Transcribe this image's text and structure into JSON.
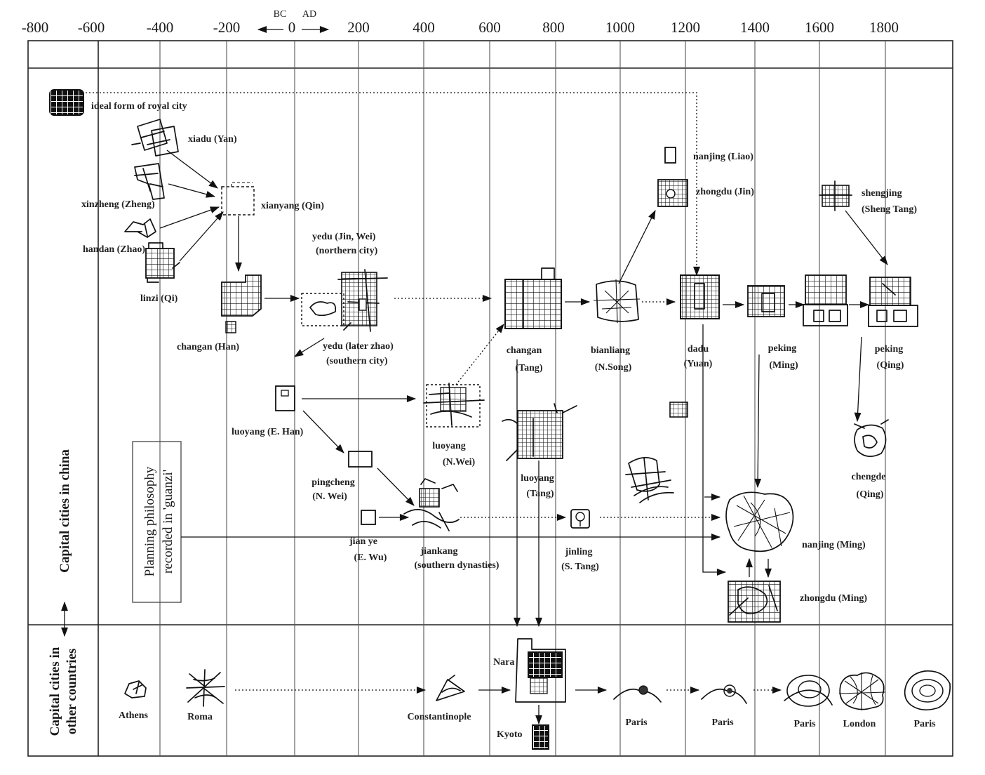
{
  "axis": {
    "ticks": [
      "-800",
      "-600",
      "-400",
      "-200",
      "0",
      "200",
      "400",
      "600",
      "800",
      "1000",
      "1200",
      "1400",
      "1600",
      "1800"
    ],
    "bc": "BC",
    "ad": "AD"
  },
  "rows": {
    "china": "Capital cities in china",
    "other": [
      "Capital cities in",
      "other countries"
    ]
  },
  "guanzi": [
    "Planning philosophy",
    "recorded in 'guanzi'"
  ],
  "china_cities": {
    "ideal": "ideal form of royal city",
    "xiadu": "xiadu (Yan)",
    "xinzheng": "xinzheng (Zheng)",
    "xianyang": "xianyang (Qin)",
    "handan": "handan (Zhao)",
    "linzi": "linzi (Qi)",
    "yedu_north": [
      "yedu (Jin, Wei)",
      "(northern city)"
    ],
    "changan_han": "changan (Han)",
    "yedu_south": [
      "yedu (later zhao)",
      "(southern city)"
    ],
    "changan_tang": [
      "changan",
      "(Tang)"
    ],
    "bianliang": [
      "bianliang",
      "(N.Song)"
    ],
    "dadu": [
      "dadu",
      "(Yuan)"
    ],
    "peking_ming": [
      "peking",
      "(Ming)"
    ],
    "peking_qing": [
      "peking",
      "(Qing)"
    ],
    "nanjing_liao": "nanjing (Liao)",
    "zhongdu_jin": "zhongdu (Jin)",
    "shengjing": [
      "shengjing",
      "(Sheng Tang)"
    ],
    "luoyang_ehan": "luoyang (E. Han)",
    "luoyang_nwei": [
      "luoyang",
      "(N.Wei)"
    ],
    "luoyang_tang": [
      "luoyang",
      "(Tang)"
    ],
    "pingcheng": [
      "pingcheng",
      "(N. Wei)"
    ],
    "jianye": [
      "jian ye",
      "(E. Wu)"
    ],
    "jiankang": [
      "jiankang",
      "(southern dynasties)"
    ],
    "jinling": [
      "jinling",
      "(S. Tang)"
    ],
    "chengde": [
      "chengde",
      "(Qing)"
    ],
    "nanjing_ming": "nanjing (Ming)",
    "zhongdu_ming": "zhongdu (Ming)"
  },
  "other_cities": {
    "athens": "Athens",
    "roma": "Roma",
    "constantinople": "Constantinople",
    "nara": "Nara",
    "kyoto": "Kyoto",
    "paris_1": "Paris",
    "paris_2": "Paris",
    "paris_3": "Paris",
    "london": "London",
    "paris_4": "Paris"
  }
}
